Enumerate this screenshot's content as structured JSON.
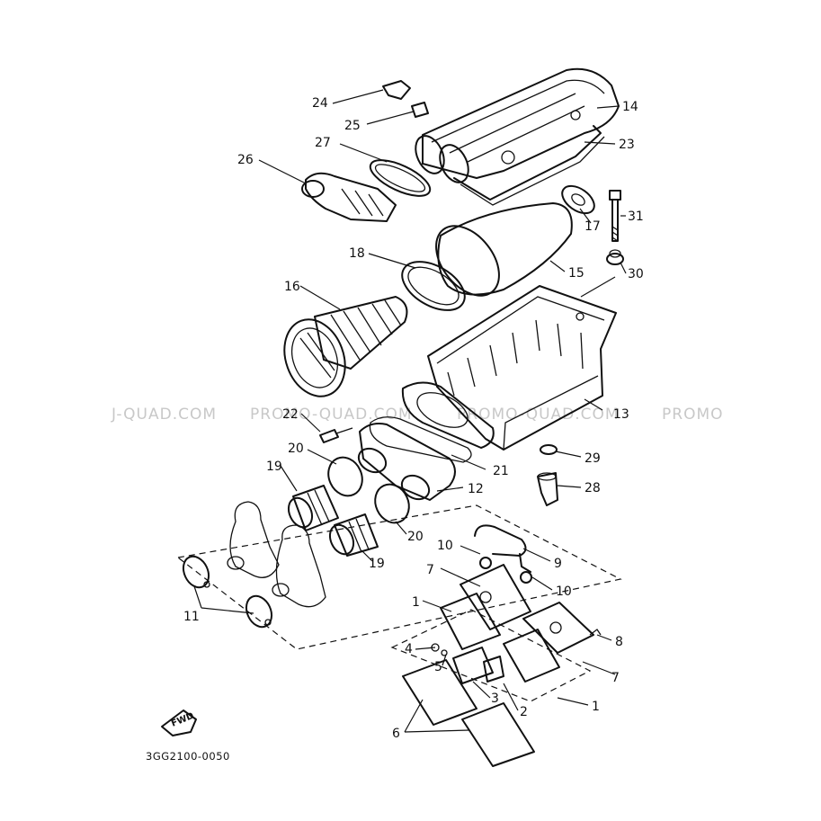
{
  "diagram_code": "3GG2100-0050",
  "fwd_label": "FWD",
  "watermark_segments": [
    "J-QUAD.COM",
    "PROMO-QUAD.COM",
    "PROMO-QUAD.COM",
    "PROMO"
  ],
  "callouts": {
    "c1a": "1",
    "c1b": "1",
    "c2": "2",
    "c3": "3",
    "c4": "4",
    "c5": "5",
    "c6": "6",
    "c7a": "7",
    "c7b": "7",
    "c8": "8",
    "c9": "9",
    "c10a": "10",
    "c10b": "10",
    "c11": "11",
    "c12": "12",
    "c13": "13",
    "c14": "14",
    "c15": "15",
    "c16": "16",
    "c17": "17",
    "c18": "18",
    "c19a": "19",
    "c19b": "19",
    "c20a": "20",
    "c20b": "20",
    "c21": "21",
    "c22": "22",
    "c23": "23",
    "c24": "24",
    "c25": "25",
    "c26": "26",
    "c27": "27",
    "c28": "28",
    "c29": "29",
    "c30": "30",
    "c31": "31"
  },
  "colors": {
    "line": "#111111",
    "background": "#ffffff",
    "watermark": "#c8c8c8"
  }
}
